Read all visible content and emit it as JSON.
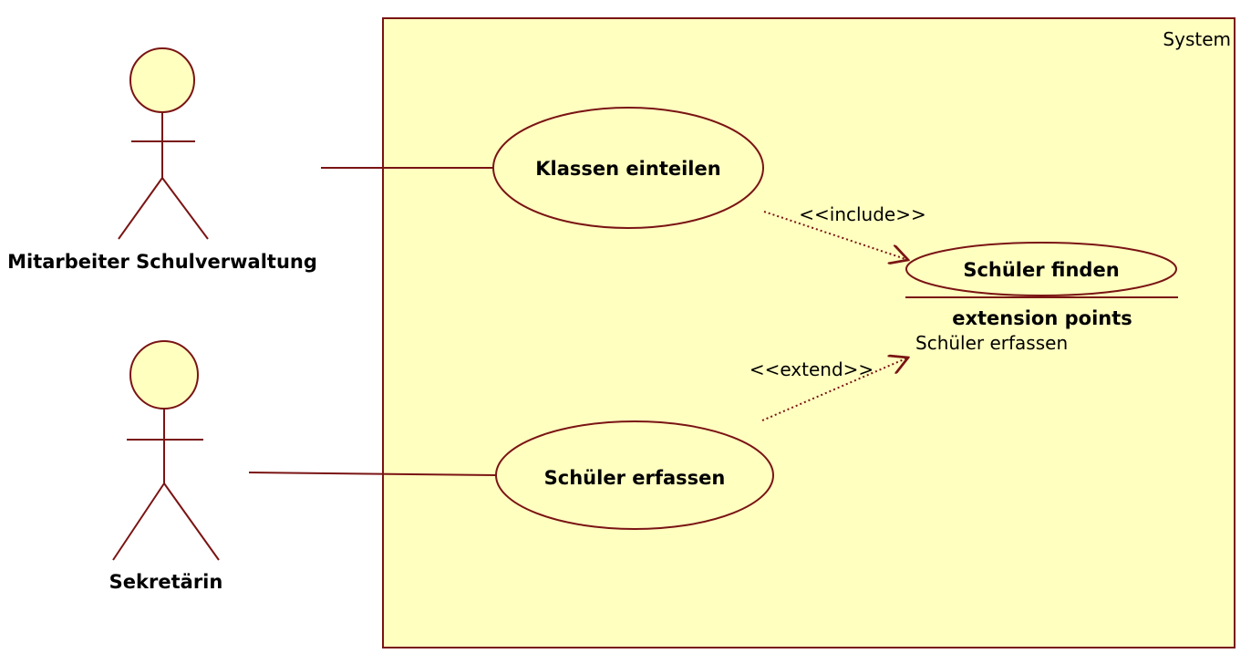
{
  "system": {
    "title": "System"
  },
  "actors": [
    {
      "name": "Mitarbeiter Schulverwaltung"
    },
    {
      "name": "Sekretärin"
    }
  ],
  "use_cases": {
    "klassen": "Klassen einteilen",
    "finden": "Schüler finden",
    "erfassen": "Schüler erfassen"
  },
  "extension_points": {
    "heading": "extension points",
    "items": [
      "Schüler erfassen"
    ]
  },
  "relations": {
    "include": "<<include>>",
    "extend": "<<extend>>"
  },
  "colors": {
    "stroke": "#7a1414",
    "fill": "#ffffc0"
  }
}
